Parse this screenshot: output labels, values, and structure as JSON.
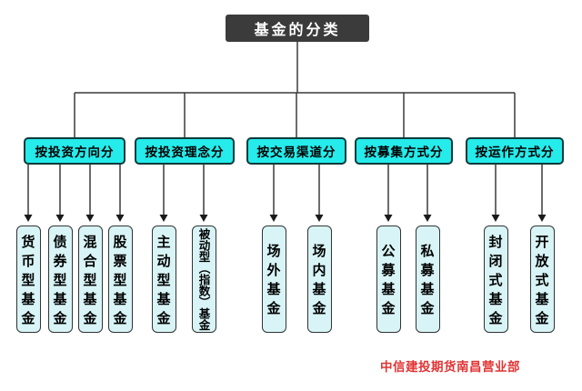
{
  "title": "基金的分类",
  "footer": "中信建投期货南昌营业部",
  "colors": {
    "title_bg": "#3b3b3b",
    "category_fill": "#25ebeb",
    "leaf_fill": "#d8f4f6",
    "line": "#3a3a3a",
    "footer_red": "#e13434"
  },
  "categories": [
    {
      "label": "按投资方向分",
      "children": [
        "货币型基金",
        "债券型基金",
        "混合型基金",
        "股票型基金"
      ]
    },
    {
      "label": "按投资理念分",
      "children": [
        "主动型基金",
        "被动型（指数）基金"
      ]
    },
    {
      "label": "按交易渠道分",
      "children": [
        "场外基金",
        "场内基金"
      ]
    },
    {
      "label": "按募集方式分",
      "children": [
        "公募基金",
        "私募基金"
      ]
    },
    {
      "label": "按运作方式分",
      "children": [
        "封闭式基金",
        "开放式基金"
      ]
    }
  ]
}
